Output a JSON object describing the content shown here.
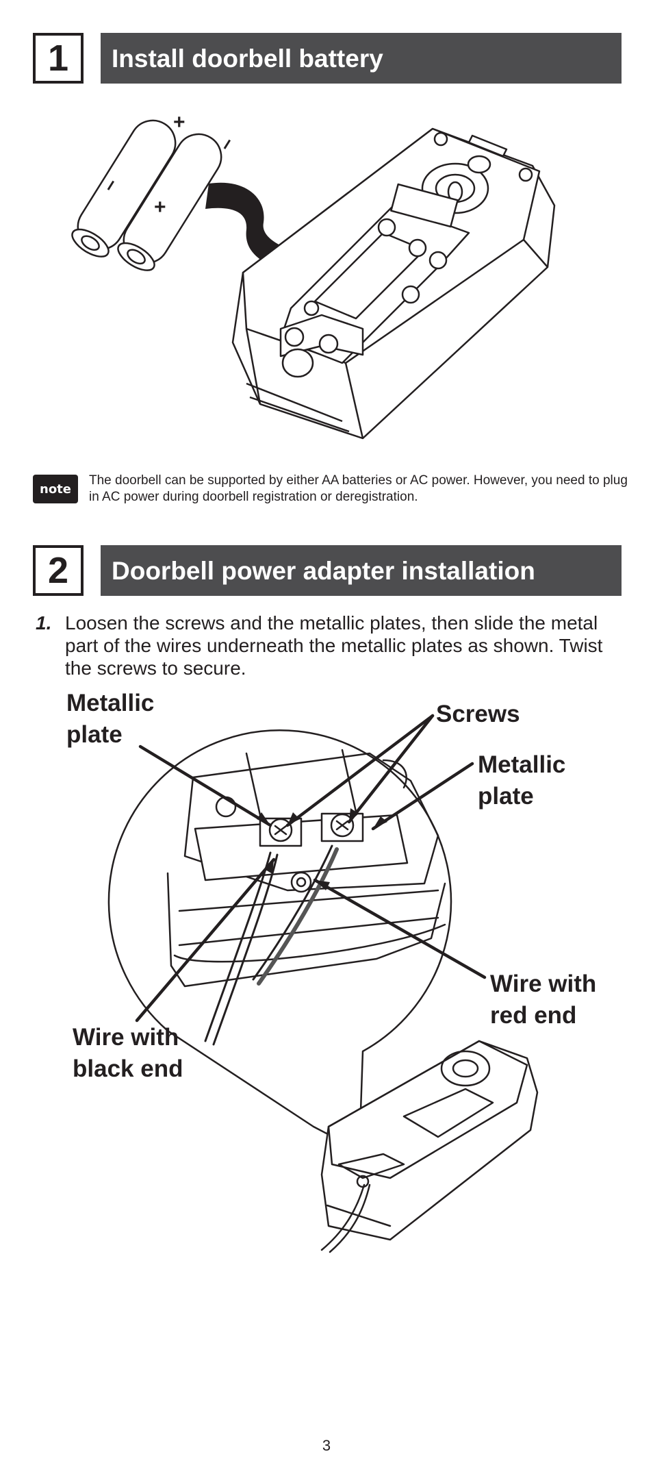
{
  "step1": {
    "number": "1",
    "title": "Install doorbell battery"
  },
  "battery_labels": {
    "plus": "+",
    "minus": "–"
  },
  "note": {
    "badge": "note",
    "text": "The doorbell can be supported by either AA batteries or AC power. However, you need to plug in AC power during doorbell registration or deregistration."
  },
  "step2": {
    "number": "2",
    "title": "Doorbell power adapter installation"
  },
  "instruction": {
    "number": "1.",
    "text": "Loosen the screws and the metallic plates, then slide the metal part of the wires underneath the metallic plates as shown. Twist the screws to secure."
  },
  "callouts": {
    "metallic_plate_left": [
      "Metallic",
      "plate"
    ],
    "screws": "Screws",
    "metallic_plate_right": [
      "Metallic",
      "plate"
    ],
    "wire_red": [
      "Wire with",
      "red end"
    ],
    "wire_black": [
      "Wire with",
      "black end"
    ]
  },
  "page_number": "3"
}
